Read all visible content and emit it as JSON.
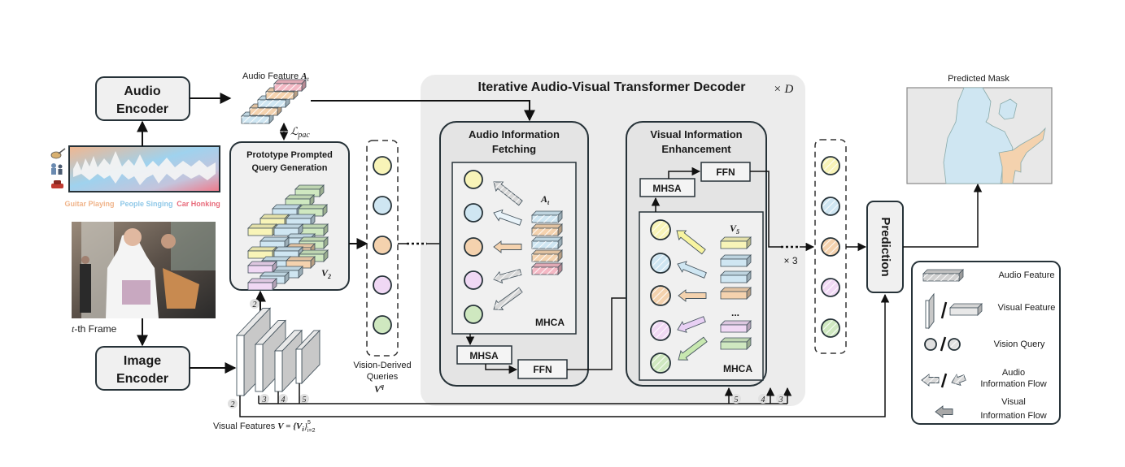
{
  "audio_encoder": {
    "line1": "Audio",
    "line2": "Encoder"
  },
  "image_encoder": {
    "line1": "Image",
    "line2": "Encoder"
  },
  "waveform": {
    "legend": [
      {
        "label": "Guitar Playing",
        "color": "#f0b48a"
      },
      {
        "label": "People Singing",
        "color": "#8fc8e8"
      },
      {
        "label": "Car Honking",
        "color": "#e86a7a"
      }
    ],
    "icons": [
      "guitar-icon",
      "people-singing-icon",
      "car-icon"
    ]
  },
  "frame": {
    "caption_var": "t",
    "caption_rest": "-th Frame"
  },
  "audio_feature": {
    "label": "Audio Feature ",
    "symbol": "A",
    "subscript": "t",
    "loss_symbol": "ℒ",
    "loss_sub": "pac"
  },
  "pqg": {
    "line1": "Prototype Prompted",
    "line2": "Query Generation",
    "symbol": "V",
    "subscript": "2"
  },
  "queries": {
    "line1": "Vision-Derived",
    "line2": "Queries",
    "symbol": "V",
    "superscript": "q"
  },
  "visual_features": {
    "label": "Visual Features ",
    "formula": "V = {V",
    "formula_sub": "i",
    "formula_close": "}",
    "sup": "5",
    "sub": "i=2",
    "levels": [
      "2",
      "3",
      "4",
      "5"
    ]
  },
  "decoder": {
    "title": "Iterative Audio-Visual Transformer Decoder",
    "repeat": "× D"
  },
  "aif": {
    "line1": "Audio Information",
    "line2": "Fetching",
    "symbol": "A",
    "subscript": "t",
    "mhca": "MHCA",
    "mhsa": "MHSA",
    "ffn": "FFN"
  },
  "vie": {
    "line1": "Visual Information",
    "line2": "Enhancement",
    "symbol": "V",
    "subscript": "5",
    "ellipsis": "...",
    "mhca": "MHCA",
    "mhsa": "MHSA",
    "ffn": "FFN",
    "repeat": "× 3"
  },
  "bottom_levels": [
    "5",
    "4",
    "3"
  ],
  "prediction": {
    "label": "Prediction"
  },
  "predicted_mask": {
    "label": "Predicted Mask"
  },
  "legend": {
    "items": [
      {
        "label": "Audio Feature"
      },
      {
        "label": "Visual Feature"
      },
      {
        "label": "Vision Query"
      },
      {
        "label": "Audio",
        "label2": "Information Flow"
      },
      {
        "label": "Visual",
        "label2": "Information Flow"
      }
    ]
  },
  "colors": {
    "yellow": "#f8f4b8",
    "blue": "#cfe6f2",
    "orange": "#f4d2ae",
    "purple": "#f0d8f4",
    "green": "#cfe8c0",
    "pink": "#f4b8c4",
    "panel": "#f0f0f0",
    "decoder_bg": "#ececec",
    "stroke": "#263238"
  }
}
